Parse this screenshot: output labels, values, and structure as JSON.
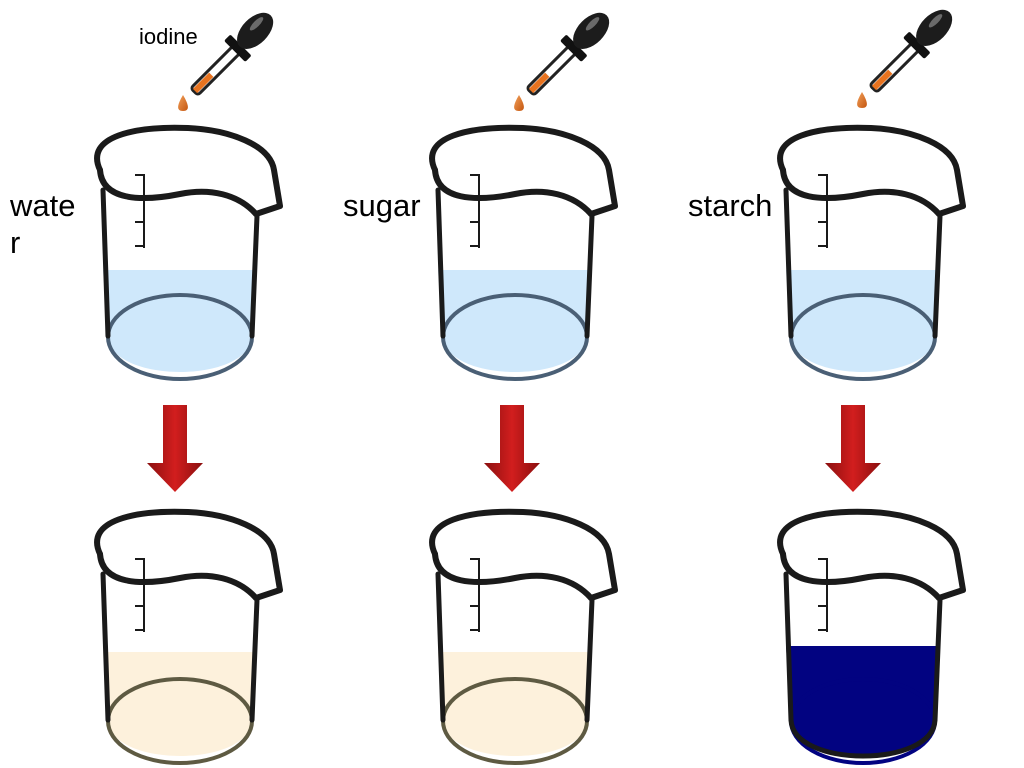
{
  "labels": {
    "reagent": "iodine",
    "samples": [
      "wate r",
      "sugar",
      "starch"
    ]
  },
  "colors": {
    "before_liquid": "#cfe8fb",
    "negative_result": "#fdf1dc",
    "positive_result": "#020381",
    "arrow": "#b81414",
    "dropper_liquid": "#e8731f",
    "outline": "#1a1a1a"
  },
  "columns": [
    {
      "sample": "wate r",
      "result": "negative_result"
    },
    {
      "sample": "sugar",
      "result": "negative_result"
    },
    {
      "sample": "starch",
      "result": "positive_result"
    }
  ]
}
